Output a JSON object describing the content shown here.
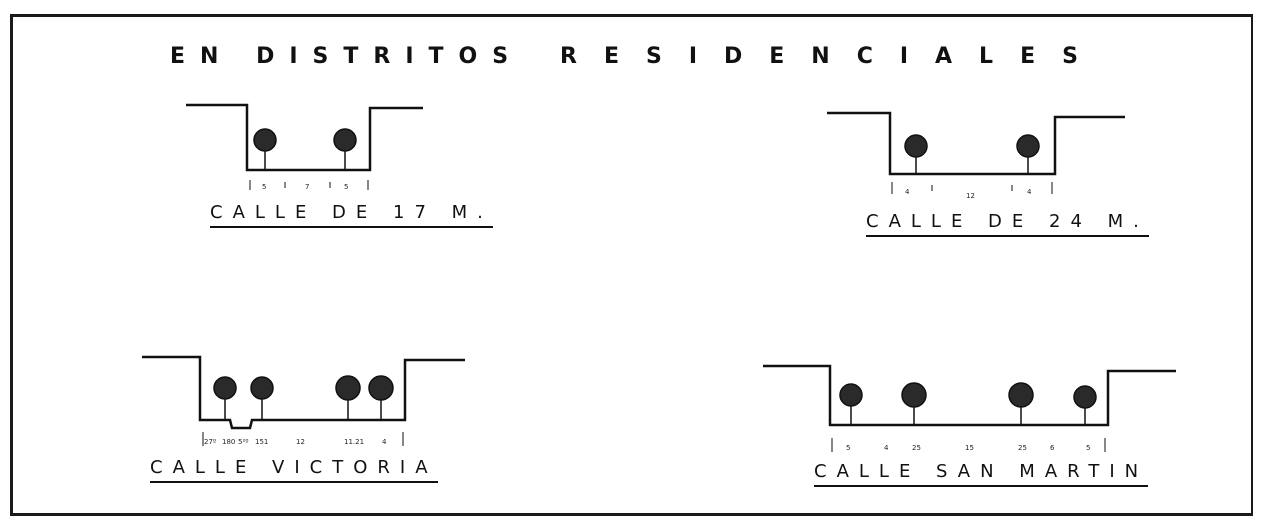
{
  "title": {
    "part1": "EN DISTRITOS",
    "part2": "RESIDENCIALES"
  },
  "sections": [
    {
      "name": "CALLE DE 17 M.",
      "dims": [
        "5",
        "7",
        "5"
      ]
    },
    {
      "name": "CALLE DE 24 M.",
      "dims": [
        "4",
        "12",
        "4"
      ]
    },
    {
      "name": "CALLE VICTORIA",
      "dims": [
        "27º",
        "180",
        "5²º",
        "151",
        "12",
        "11.21",
        "4"
      ]
    },
    {
      "name": "CALLE SAN MARTIN",
      "dims": [
        "5",
        "4",
        "25",
        "15",
        "25",
        "6",
        "5"
      ]
    }
  ]
}
